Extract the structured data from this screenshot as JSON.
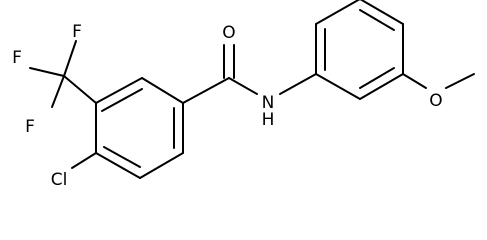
{
  "molecule": {
    "atoms": {
      "f_top": "F",
      "f_left": "F",
      "f_bottom": "F",
      "oxygen_carbonyl": "O",
      "nitrogen_amide": "N",
      "hydrogen_amide": "H",
      "oxygen_methoxy": "O",
      "chlorine": "Cl"
    },
    "colors": {
      "bond": "#000000",
      "label": "#000000",
      "background": "#ffffff"
    }
  }
}
